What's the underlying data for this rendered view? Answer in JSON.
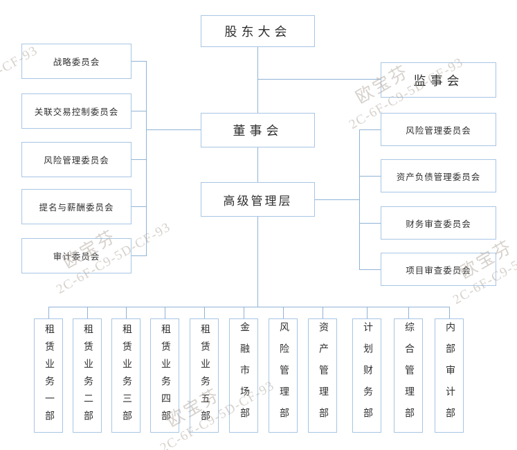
{
  "watermark": {
    "name": "欧宝芬",
    "code": "2C-6F-C9-5D-CF-93"
  },
  "org": {
    "shareholders": "股东大会",
    "supervisory_board": "监事会",
    "board": "董事会",
    "senior_management": "高级管理层",
    "board_committees": [
      "战略委员会",
      "关联交易控制委员会",
      "风险管理委员会",
      "提名与薪酬委员会",
      "审计委员会"
    ],
    "management_committees": [
      "风险管理委员会",
      "资产负债管理委员会",
      "财务审查委员会",
      "项目审查委员会"
    ],
    "departments": [
      "租赁业务一部",
      "租赁业务二部",
      "租赁业务三部",
      "租赁业务四部",
      "租赁业务五部",
      "金融市场部",
      "风险管理部",
      "资产管理部",
      "计划财务部",
      "综合管理部",
      "内部审计部"
    ]
  },
  "colors": {
    "box_border": "#a6c5e4",
    "connector": "#8fb2d6",
    "text": "#2f2f2f",
    "watermark": "#b4aba3"
  }
}
